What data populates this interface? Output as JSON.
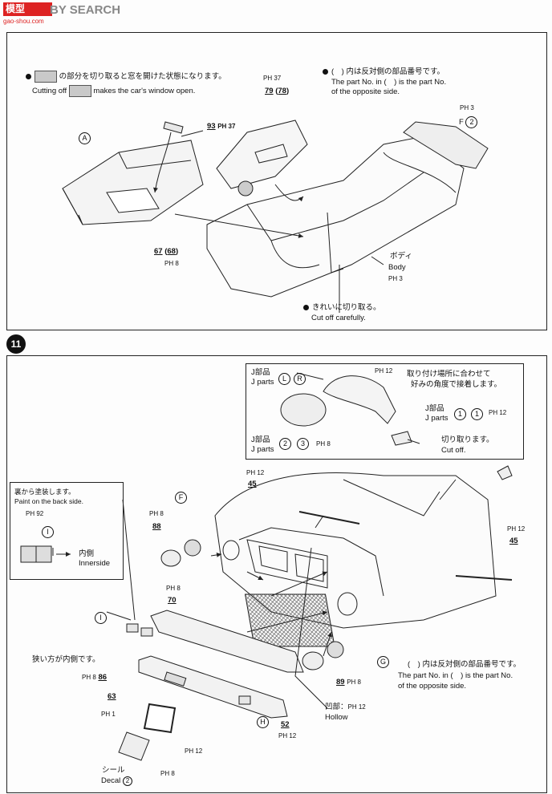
{
  "header": {
    "logo_text": "模型",
    "site": "BY SEARCH",
    "sub": "gao-shou.com"
  },
  "step1": {
    "note_jp": "の部分を切り取ると窓を開けた状態になります。",
    "note_en_a": "Cutting off",
    "note_en_b": "makes the car's window open.",
    "opp_jp": "(　) 内は反対側の部品番号です。",
    "opp_en1": "The part No. in (　) is the part No.",
    "opp_en2": "of the opposite side.",
    "label_A": "A",
    "ref_37a": "PH 37",
    "num_79": "79",
    "num_78": "78",
    "ref_3": "PH 3",
    "label_F": "F",
    "num_2": "2",
    "num_93": "93",
    "ref_37b": "PH 37",
    "num_67": "67",
    "num_68": "68",
    "ref_8": "PH 8",
    "body_jp": "ボディ",
    "body_en": "Body",
    "ref_body": "PH 3",
    "cut_jp": "きれいに切り取る。",
    "cut_en": "Cut off carefully."
  },
  "step2": {
    "step_number": "11",
    "inset": {
      "j_jp1": "J部品",
      "j_en1": "J parts",
      "L": "L",
      "R": "R",
      "ref_12a": "PH 12",
      "attach_jp1": "取り付け場所に合わせて",
      "attach_jp2": "好みの角度で接着します。",
      "j_jp2": "J部品",
      "j_en2": "J parts",
      "n1a": "1",
      "n1b": "1",
      "ref_12b": "PH 12",
      "j_jp3": "J部品",
      "j_en3": "J parts",
      "n2": "2",
      "n3": "3",
      "ref_8": "PH 8",
      "cutoff_jp": "切り取ります。",
      "cutoff_en": "Cut off."
    },
    "paint": {
      "jp": "裏から塗装します。",
      "en": "Paint on the back side.",
      "ref": "PH 92",
      "label_I": "I",
      "inner_jp": "内側",
      "inner_en": "Innerside"
    },
    "ref_12_top": "PH 12",
    "num_45_top": "45",
    "ref_12_right": "PH 12",
    "num_45_right": "45",
    "label_F": "F",
    "ref_8_f": "PH 8",
    "num_88": "88",
    "ref_8_70": "PH 8",
    "num_70": "70",
    "label_I2": "I",
    "narrow_jp": "狭い方が内側です。",
    "ref_8_86": "PH 8",
    "num_86": "86",
    "num_63": "63",
    "ref_1": "PH 1",
    "decal_jp": "シール",
    "decal_en": "Decal",
    "decal_num": "2",
    "ref_8_bottom": "PH 8",
    "ref_12_bottom": "PH 12",
    "num_52": "52",
    "ref_12_52": "PH 12",
    "label_H": "H",
    "hollow_jp": "凹部：",
    "hollow_ref": "PH 12",
    "hollow_en": "Hollow",
    "num_89": "89",
    "ref_8_89": "PH 8",
    "label_G": "G",
    "opp_jp": "(　) 内は反対側の部品番号です。",
    "opp_en1": "The part No. in (　) is the part No.",
    "opp_en2": "of the opposite side."
  }
}
